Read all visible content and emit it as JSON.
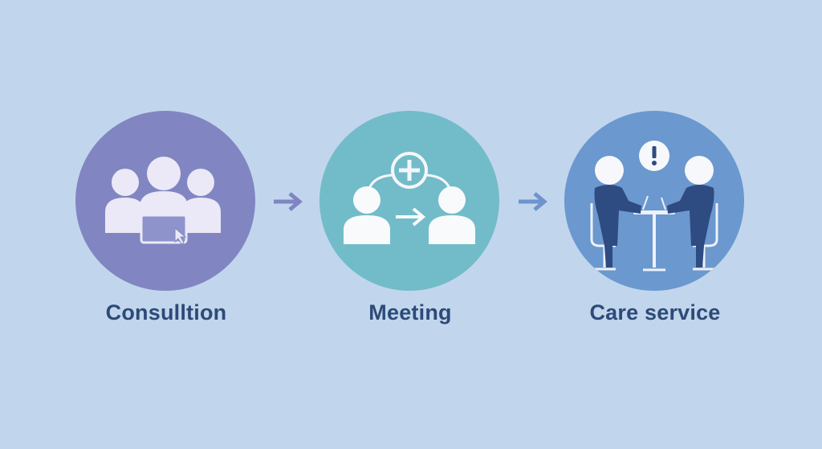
{
  "steps": [
    {
      "label": "Consulltion",
      "color": "#8186c2",
      "icon": "group-with-tablet-icon"
    },
    {
      "label": "Meeting",
      "color": "#72bcc9",
      "icon": "people-exchange-with-plus-icon"
    },
    {
      "label": "Care service",
      "color": "#6b98cf",
      "icon": "two-people-at-table-with-alert-icon"
    }
  ],
  "connectors": [
    {
      "icon": "arrow-right-icon",
      "color": "#7f85c2"
    },
    {
      "icon": "arrow-right-icon",
      "color": "#6f93cf"
    }
  ],
  "colors": {
    "background": "#c1d6ec",
    "label_text": "#2d4a78",
    "figure_white": "#f4f4fa",
    "figure_navy": "#2e4b82"
  }
}
